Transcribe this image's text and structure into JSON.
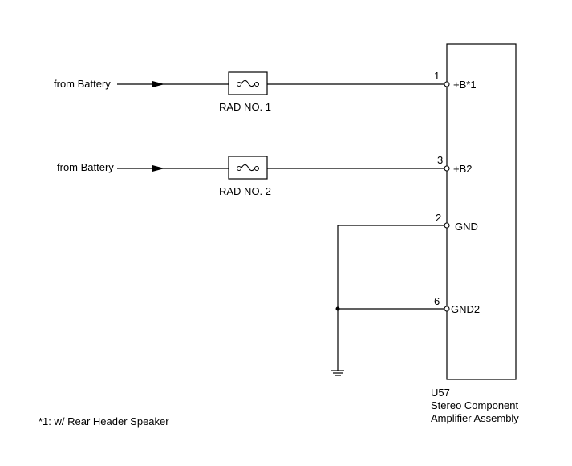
{
  "inputs": [
    {
      "source": "from Battery",
      "fuse": "RAD NO. 1"
    },
    {
      "source": "from Battery",
      "fuse": "RAD NO. 2"
    }
  ],
  "pins": [
    {
      "number": "1",
      "name": "+B*1"
    },
    {
      "number": "3",
      "name": "+B2"
    },
    {
      "number": "2",
      "name": "GND"
    },
    {
      "number": "6",
      "name": "GND2"
    }
  ],
  "component": {
    "id": "U57",
    "name_line1": "Stereo Component",
    "name_line2": "Amplifier Assembly"
  },
  "footnote": "*1: w/ Rear Header Speaker"
}
